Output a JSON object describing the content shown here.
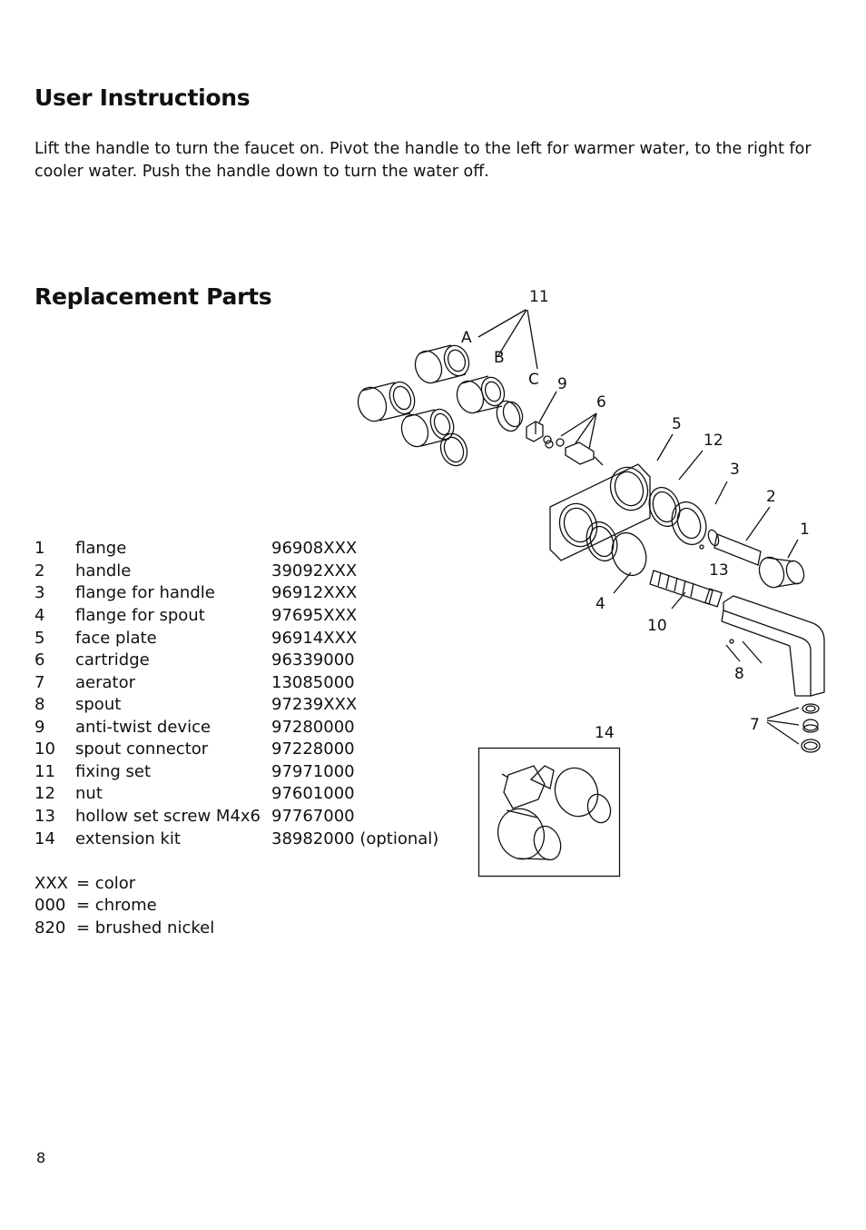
{
  "user_instructions": {
    "title": "User Instructions",
    "body": "Lift the handle to turn the faucet on.  Pivot the handle to the left for warmer water, to the right for cooler water.  Push the handle down to turn the water off."
  },
  "replacement_parts": {
    "title": "Replacement Parts",
    "parts": [
      {
        "num": "1",
        "name": "flange",
        "part": "96908XXX"
      },
      {
        "num": "2",
        "name": "handle",
        "part": "39092XXX"
      },
      {
        "num": "3",
        "name": "flange for handle",
        "part": "96912XXX"
      },
      {
        "num": "4",
        "name": "flange for spout",
        "part": "97695XXX"
      },
      {
        "num": "5",
        "name": "face plate",
        "part": "96914XXX"
      },
      {
        "num": "6",
        "name": "cartridge",
        "part": "96339000"
      },
      {
        "num": "7",
        "name": "aerator",
        "part": "13085000"
      },
      {
        "num": "8",
        "name": "spout",
        "part": "97239XXX"
      },
      {
        "num": "9",
        "name": "anti-twist device",
        "part": "97280000"
      },
      {
        "num": "10",
        "name": "spout connector",
        "part": "97228000"
      },
      {
        "num": "11",
        "name": "fixing set",
        "part": "97971000"
      },
      {
        "num": "12",
        "name": "nut",
        "part": "97601000"
      },
      {
        "num": "13",
        "name": "hollow set screw M4x6",
        "part": "97767000"
      },
      {
        "num": "14",
        "name": "extension kit",
        "part": "38982000 (optional)"
      }
    ],
    "legend": [
      {
        "code": "XXX",
        "meaning": "= color"
      },
      {
        "code": "000",
        "meaning": "= chrome"
      },
      {
        "code": "820",
        "meaning": "= brushed nickel"
      }
    ]
  },
  "diagram_labels": {
    "l11": "11",
    "lA": "A",
    "lB": "B",
    "lC": "C",
    "l9": "9",
    "l6": "6",
    "l5": "5",
    "l12": "12",
    "l3": "3",
    "l2": "2",
    "l1": "1",
    "l13": "13",
    "l4": "4",
    "l10": "10",
    "l8": "8",
    "l7": "7",
    "l14": "14"
  },
  "page_number": "8"
}
